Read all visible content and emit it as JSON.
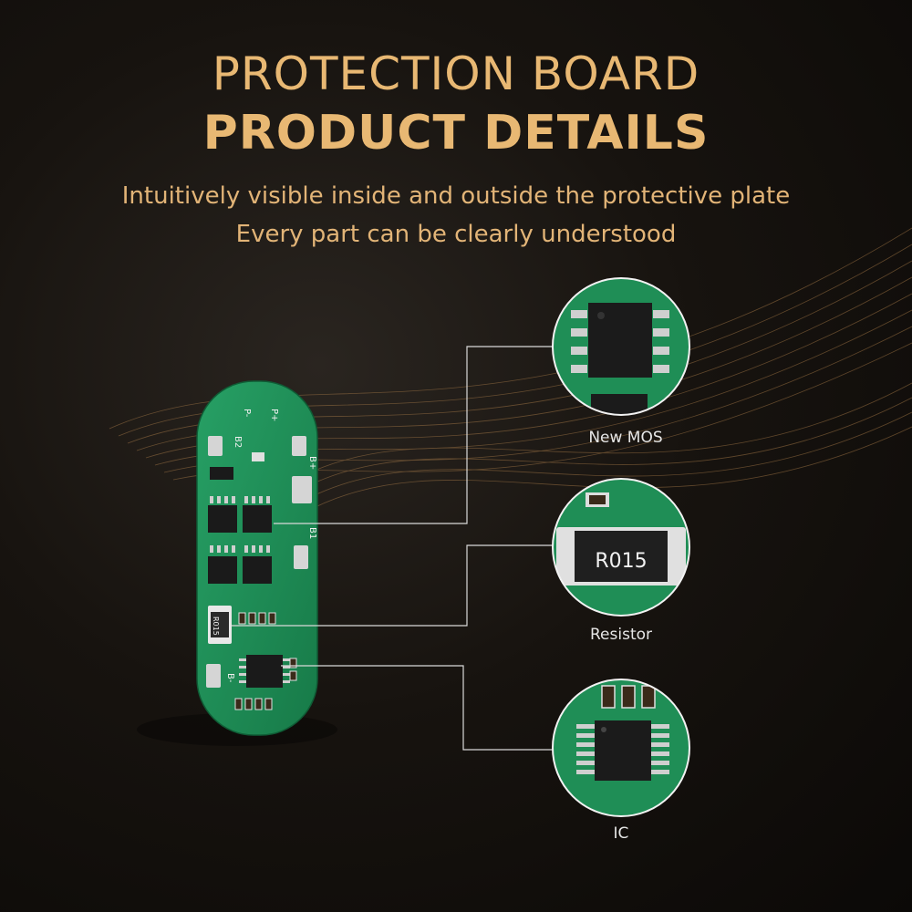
{
  "header": {
    "title_line1": "PROTECTION BOARD",
    "title_line2": "PRODUCT DETAILS",
    "subtitle_line1": "Intuitively visible inside and outside the protective plate",
    "subtitle_line2": "Every part can be clearly understood"
  },
  "board": {
    "pad_labels": [
      "P-",
      "P+",
      "B2",
      "B+",
      "B1",
      "B-"
    ],
    "resistor_print": "R015"
  },
  "callouts": [
    {
      "label": "New MOS",
      "icon": "mos-chip-icon"
    },
    {
      "label": "Resistor",
      "icon": "resistor-icon",
      "print": "R015"
    },
    {
      "label": "IC",
      "icon": "ic-chip-icon"
    }
  ],
  "colors": {
    "accent_gold": "#e8b873",
    "pcb_green": "#1f8a55",
    "leader_line": "#d9d9d9"
  }
}
